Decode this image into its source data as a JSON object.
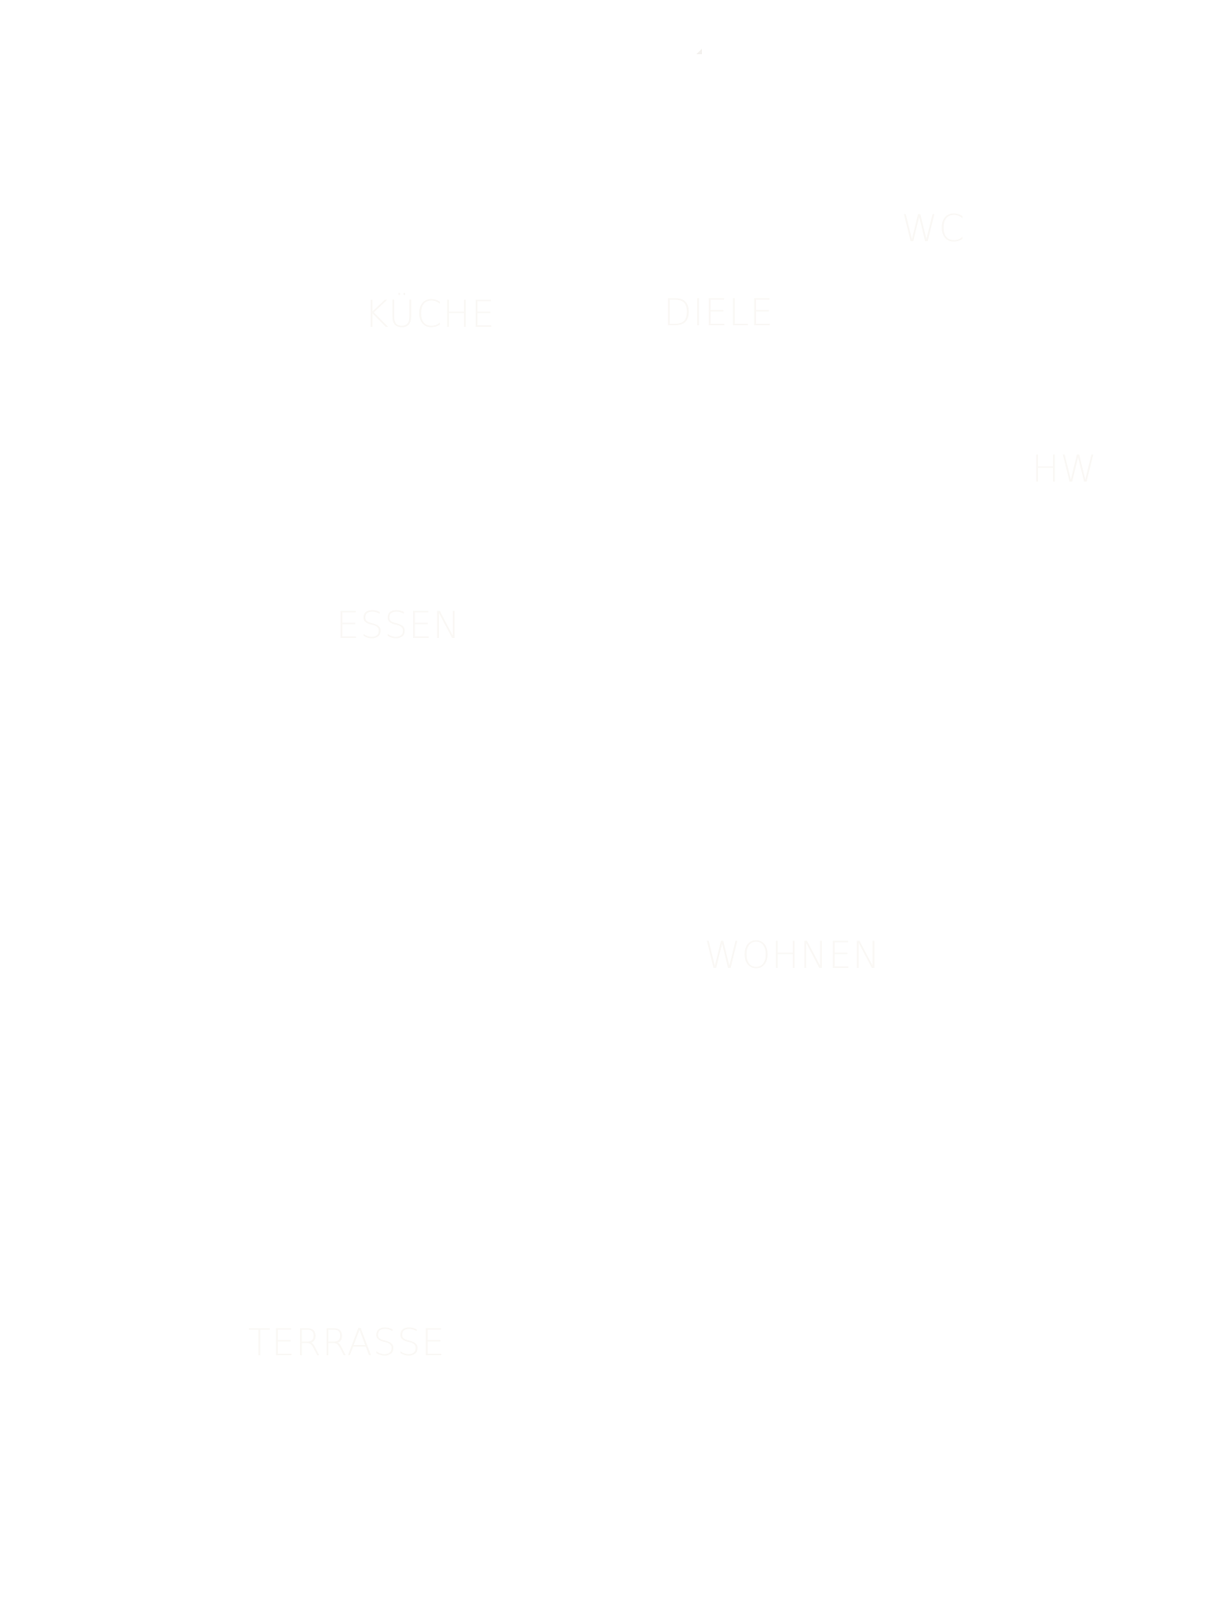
{
  "diagram": {
    "type": "floor-plan",
    "label_color": "#faf8f5",
    "background": "#ffffff",
    "rooms": [
      {
        "id": "kueche",
        "label": "KÜCHE"
      },
      {
        "id": "diele",
        "label": "DIELE"
      },
      {
        "id": "wc",
        "label": "WC"
      },
      {
        "id": "hw",
        "label": "HW"
      },
      {
        "id": "essen",
        "label": "ESSEN"
      },
      {
        "id": "wohnen",
        "label": "WOHNEN"
      },
      {
        "id": "terrasse",
        "label": "TERRASSE"
      }
    ],
    "marker_icon": "triangle-marker"
  }
}
